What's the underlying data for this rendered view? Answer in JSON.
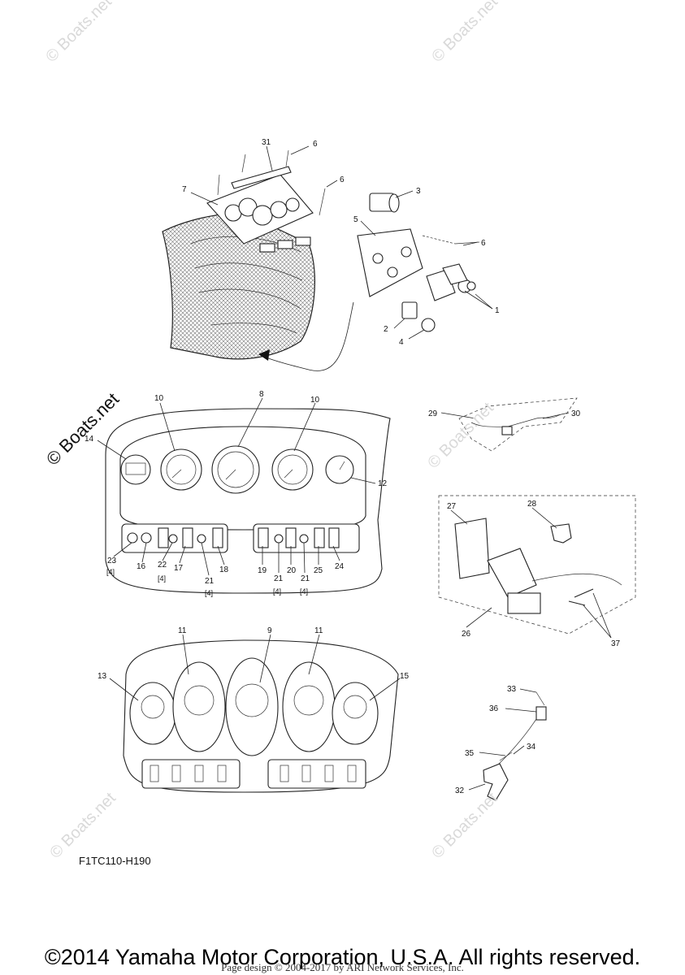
{
  "watermarks": {
    "small": "© Boats.net",
    "main": "© Boats.net"
  },
  "diagram_code": "F1TC110-H190",
  "copyright": "©2014 Yamaha Motor Corporation, U.S.A. All rights reserved.",
  "page_credit": "Page design © 2004-2017 by ARI Network Services, Inc.",
  "callouts": {
    "c31": "31",
    "c6a": "6",
    "c6b": "6",
    "c6c": "6",
    "c7": "7",
    "c3": "3",
    "c5": "5",
    "c1": "1",
    "c2": "2",
    "c4": "4",
    "c10a": "10",
    "c8": "8",
    "c10b": "10",
    "c14": "14",
    "c12": "12",
    "c23": "23",
    "c16": "16",
    "c22": "22",
    "c17": "17",
    "c21a": "21",
    "c18": "18",
    "c19": "19",
    "c21b": "21",
    "c20": "20",
    "c21c": "21",
    "c25": "25",
    "c24": "24",
    "q23": "[4]",
    "q22": "[4]",
    "q21a": "[4]",
    "q21b": "[4]",
    "q21c": "[4]",
    "c29": "29",
    "c30": "30",
    "c27": "27",
    "c28": "28",
    "c26": "26",
    "c37": "37",
    "c11a": "11",
    "c9": "9",
    "c11b": "11",
    "c13": "13",
    "c15": "15",
    "c33": "33",
    "c36": "36",
    "c34": "34",
    "c35": "35",
    "c32": "32"
  }
}
